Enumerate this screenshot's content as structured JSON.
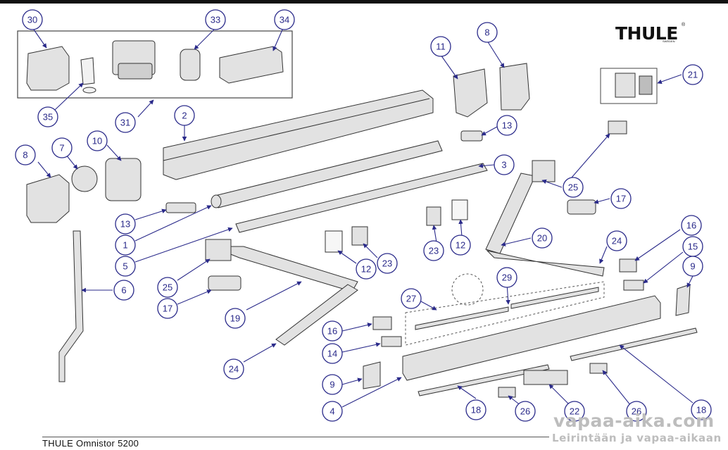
{
  "brand": {
    "name": "THULE",
    "registered": "®",
    "sub": "SWEDEN",
    "color": "#111111"
  },
  "caption": "THULE Omnistor 5200",
  "watermark": {
    "line1": "vapaa-aika.com",
    "line2": "Leirintään ja vapaa-aikaan"
  },
  "colors": {
    "callout_stroke": "#2a2a8a",
    "callout_text": "#2a2a8a",
    "part_stroke": "#333333",
    "part_fill": "#e2e2e2"
  },
  "callouts": [
    {
      "id": "c30",
      "label": "30"
    },
    {
      "id": "c33",
      "label": "33"
    },
    {
      "id": "c34",
      "label": "34"
    },
    {
      "id": "c35",
      "label": "35"
    },
    {
      "id": "c31",
      "label": "31"
    },
    {
      "id": "c2",
      "label": "2"
    },
    {
      "id": "c11",
      "label": "11"
    },
    {
      "id": "c8a",
      "label": "8"
    },
    {
      "id": "c21",
      "label": "21"
    },
    {
      "id": "c13a",
      "label": "13"
    },
    {
      "id": "c8b",
      "label": "8"
    },
    {
      "id": "c7",
      "label": "7"
    },
    {
      "id": "c10",
      "label": "10"
    },
    {
      "id": "c3",
      "label": "3"
    },
    {
      "id": "c25a",
      "label": "25"
    },
    {
      "id": "c17a",
      "label": "17"
    },
    {
      "id": "c13b",
      "label": "13"
    },
    {
      "id": "c1",
      "label": "1"
    },
    {
      "id": "c5",
      "label": "5"
    },
    {
      "id": "c23a",
      "label": "23"
    },
    {
      "id": "c12a",
      "label": "12"
    },
    {
      "id": "c20",
      "label": "20"
    },
    {
      "id": "c24a",
      "label": "24"
    },
    {
      "id": "c16a",
      "label": "16"
    },
    {
      "id": "c15",
      "label": "15"
    },
    {
      "id": "c12b",
      "label": "12"
    },
    {
      "id": "c23b",
      "label": "23"
    },
    {
      "id": "c6",
      "label": "6"
    },
    {
      "id": "c25b",
      "label": "25"
    },
    {
      "id": "c17b",
      "label": "17"
    },
    {
      "id": "c29",
      "label": "29"
    },
    {
      "id": "c9a",
      "label": "9"
    },
    {
      "id": "c27",
      "label": "27"
    },
    {
      "id": "c19",
      "label": "19"
    },
    {
      "id": "c16b",
      "label": "16"
    },
    {
      "id": "c14",
      "label": "14"
    },
    {
      "id": "c24b",
      "label": "24"
    },
    {
      "id": "c9b",
      "label": "9"
    },
    {
      "id": "c4",
      "label": "4"
    },
    {
      "id": "c18a",
      "label": "18"
    },
    {
      "id": "c26a",
      "label": "26"
    },
    {
      "id": "c22",
      "label": "22"
    },
    {
      "id": "c26b",
      "label": "26"
    },
    {
      "id": "c18b",
      "label": "18"
    }
  ]
}
